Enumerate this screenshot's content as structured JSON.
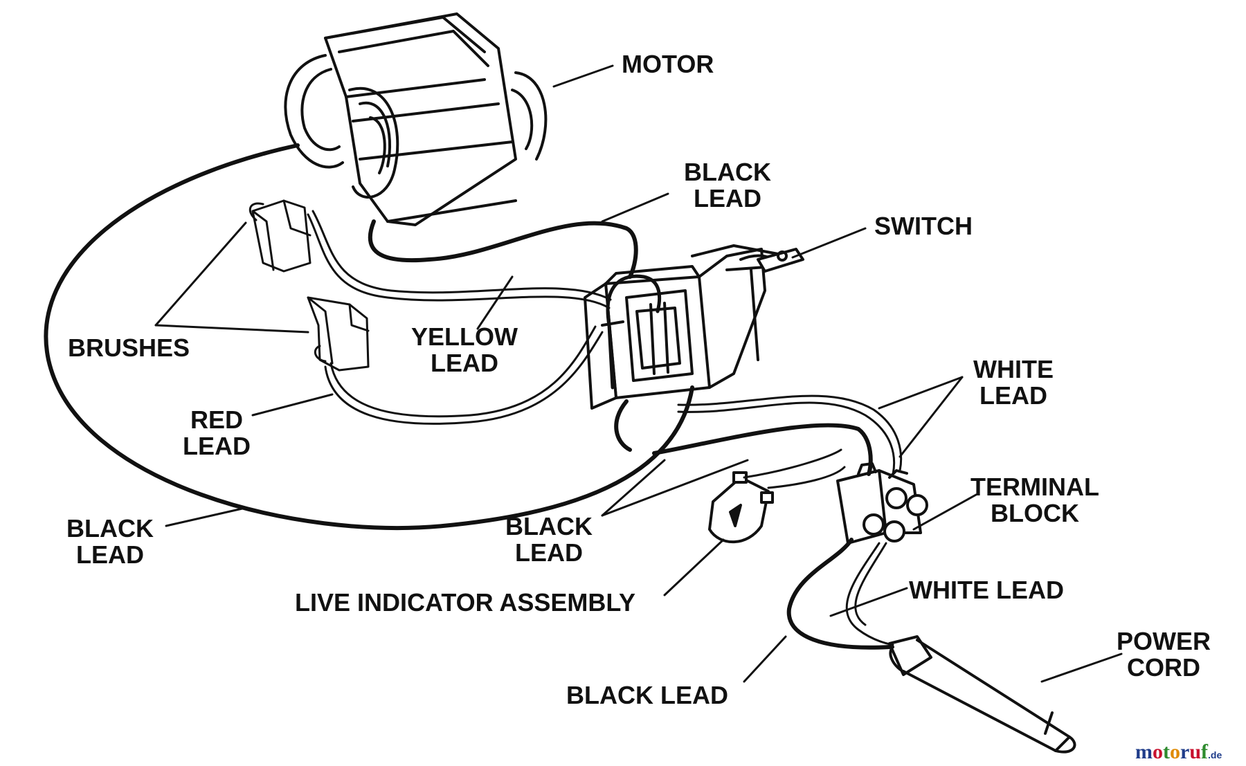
{
  "labels": {
    "motor": "MOTOR",
    "black_lead_top": [
      "BLACK",
      "LEAD"
    ],
    "switch": "SWITCH",
    "brushes": "BRUSHES",
    "yellow_lead": [
      "YELLOW",
      "LEAD"
    ],
    "white_lead_upper": [
      "WHITE",
      "LEAD"
    ],
    "red_lead": [
      "RED",
      "LEAD"
    ],
    "terminal_block": [
      "TERMINAL",
      "BLOCK"
    ],
    "black_lead_left": [
      "BLACK",
      "LEAD"
    ],
    "black_lead_mid": [
      "BLACK",
      "LEAD"
    ],
    "live_indicator_assembly": "LIVE INDICATOR ASSEMBLY",
    "white_lead_lower": "WHITE LEAD",
    "power_cord": [
      "POWER",
      "CORD"
    ],
    "black_lead_bottom": "BLACK LEAD"
  },
  "watermark": {
    "letters": [
      "m",
      "o",
      "t",
      "o",
      "r",
      "u",
      "f"
    ],
    "colors": [
      "#1f3c8a",
      "#c8102e",
      "#2e8b2e",
      "#e08a00",
      "#1f3c8a",
      "#c8102e",
      "#2e8b2e"
    ],
    "tld": ".de"
  },
  "colors": {
    "ink": "#111111",
    "wire": "#111111",
    "background": "#ffffff"
  }
}
